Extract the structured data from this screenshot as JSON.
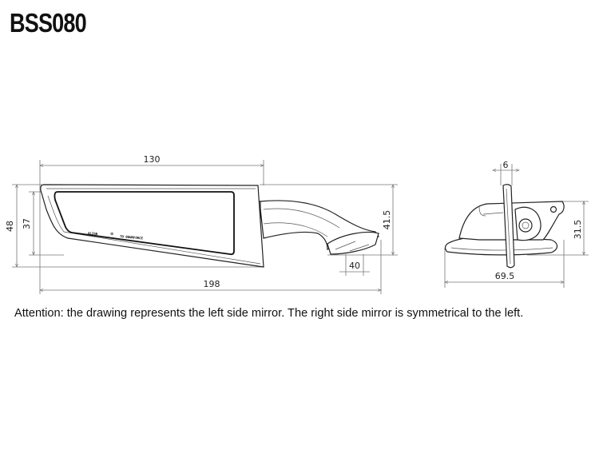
{
  "title": "BSS080",
  "note": "Attention: the drawing represents the left side mirror. The right side mirror is symmetrical to the left.",
  "side_view": {
    "dimensions": {
      "width_mirror": "130",
      "height_total": "48",
      "height_glass": "37",
      "height_arm": "41.5",
      "foot_width": "40",
      "total_length": "198"
    },
    "glass_marking": {
      "left": "ALIGN",
      "right": "TO DOWNFORCE"
    }
  },
  "front_view": {
    "dimensions": {
      "thickness": "6",
      "height": "31.5",
      "width": "69.5"
    }
  }
}
